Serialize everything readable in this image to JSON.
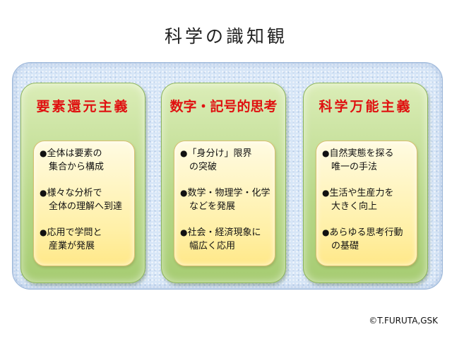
{
  "title": "科学の識知観",
  "columns": [
    {
      "heading": "要素還元主義",
      "items": [
        {
          "bullet": "●",
          "line1": "全体は要素の",
          "line2": "集合から構成"
        },
        {
          "bullet": "●",
          "line1": "様々な分析で",
          "line2": "全体の理解へ到達"
        },
        {
          "bullet": "●",
          "line1": "応用で学問と",
          "line2": "産業が発展"
        }
      ]
    },
    {
      "heading": "数字・記号的思考",
      "items": [
        {
          "bullet": "●",
          "line1": "「身分け」限界",
          "line2": "の突破"
        },
        {
          "bullet": "●",
          "line1": "数学・物理学・化学",
          "line2": "などを発展"
        },
        {
          "bullet": "●",
          "line1": "社会・経済現象に",
          "line2": "幅広く応用"
        }
      ]
    },
    {
      "heading": "科学万能主義",
      "items": [
        {
          "bullet": "●",
          "line1": "自然実態を探る",
          "line2": "唯一の手法"
        },
        {
          "bullet": "●",
          "line1": "生活や生産力を",
          "line2": "大きく向上"
        },
        {
          "bullet": "●",
          "line1": "あらゆる思考行動",
          "line2": "の基礎"
        }
      ]
    }
  ],
  "copyright": "©T.FURUTA,GSK",
  "colors": {
    "heading": "#e01010",
    "panel": "#b7d787",
    "inner": "#fff0a8",
    "frame": "#d7e6f7"
  }
}
